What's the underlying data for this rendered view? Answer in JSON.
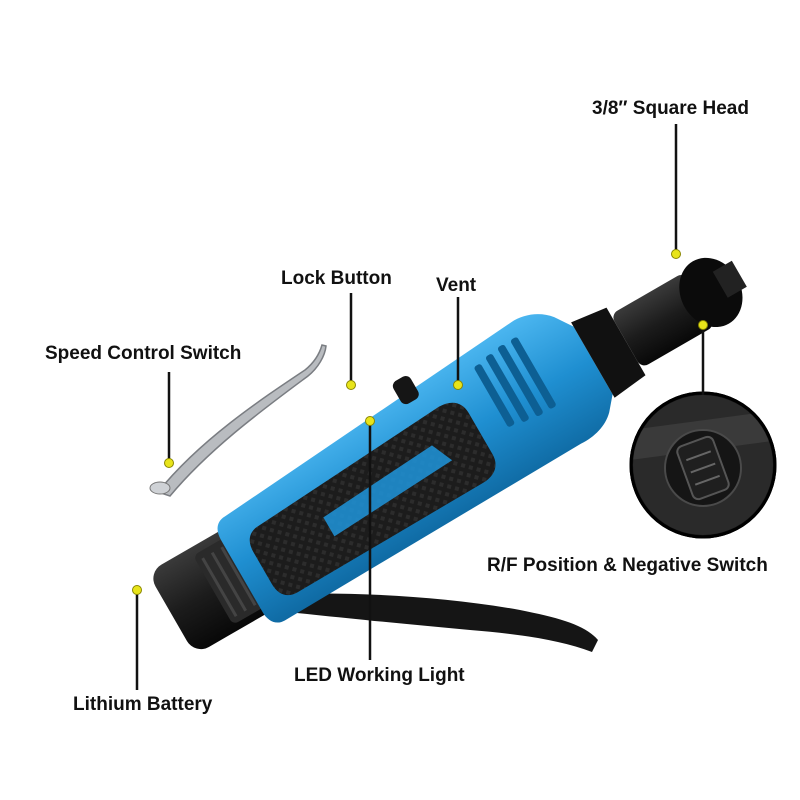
{
  "colors": {
    "body_blue": "#1f8fd1",
    "body_blue_dark": "#0f6aa3",
    "grip_black": "#1e1e1e",
    "head_black": "#121212",
    "pointer_dot": "#e8e41a",
    "leader_line": "#111111",
    "strap": "#151515"
  },
  "labels": {
    "square_head": "3/8″ Square Head",
    "lock_button": "Lock Button",
    "vent": "Vent",
    "speed_switch": "Speed Control Switch",
    "rf_switch": "R/F Position & Negative Switch",
    "led_light": "LED Working Light",
    "battery": "Lithium Battery"
  },
  "icons": {
    "pointer": "yellow-dot",
    "tool": "cordless-ratchet-wrench"
  }
}
